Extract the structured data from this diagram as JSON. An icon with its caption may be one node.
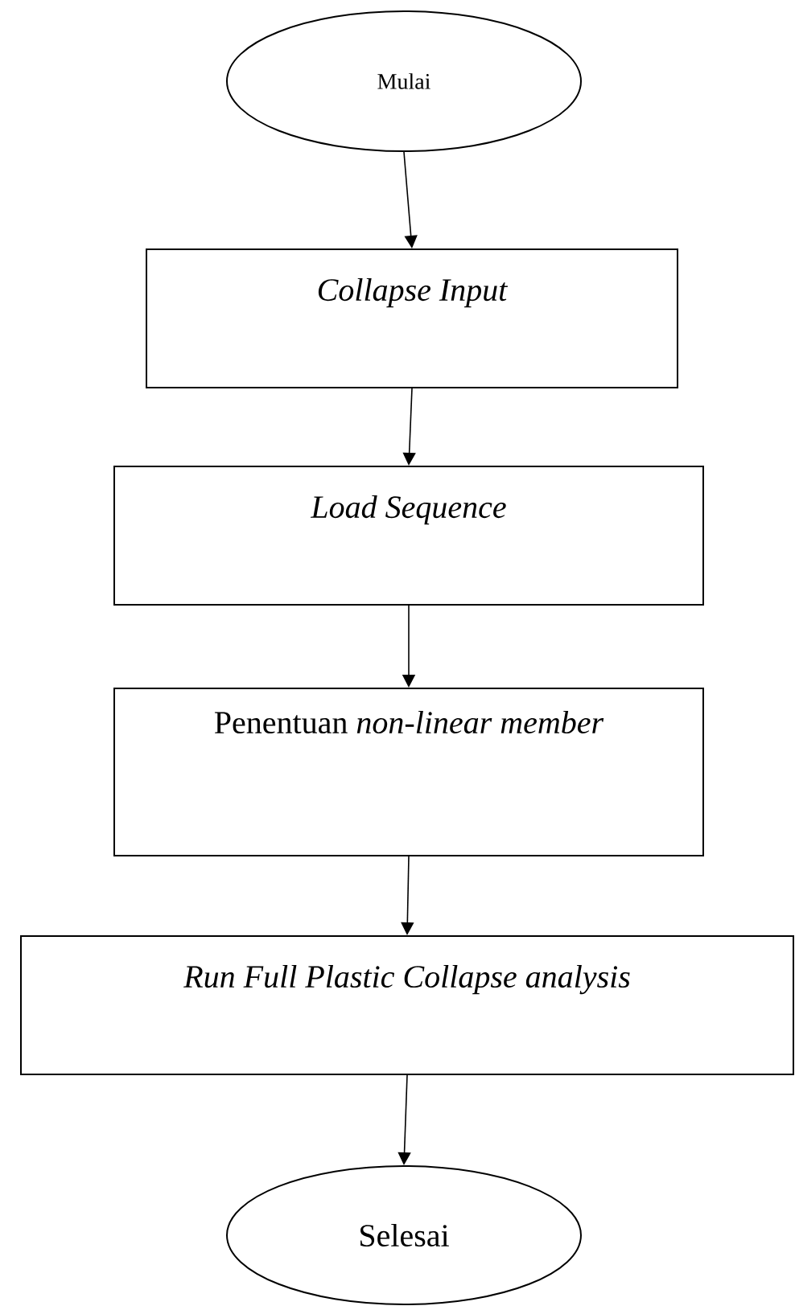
{
  "diagram": {
    "nodes": [
      {
        "text": [
          "Mulai"
        ]
      },
      {
        "text": [
          "Collapse Input"
        ]
      },
      {
        "text": [
          "Load Sequence"
        ]
      },
      {
        "text": [
          "Penentuan *non-linear member*"
        ]
      },
      {
        "text": [
          "Run Full Plastic Collapse analysis"
        ]
      },
      {
        "text": [
          "Selesai"
        ]
      }
    ],
    "edges": [
      {
        "from": 0,
        "to": 1,
        "arrow": "to"
      },
      {
        "from": 1,
        "to": 2,
        "arrow": "to"
      },
      {
        "from": 2,
        "to": 3,
        "arrow": "to"
      },
      {
        "from": 3,
        "to": 4,
        "arrow": "to"
      },
      {
        "from": 4,
        "to": 5,
        "arrow": "to"
      }
    ]
  }
}
